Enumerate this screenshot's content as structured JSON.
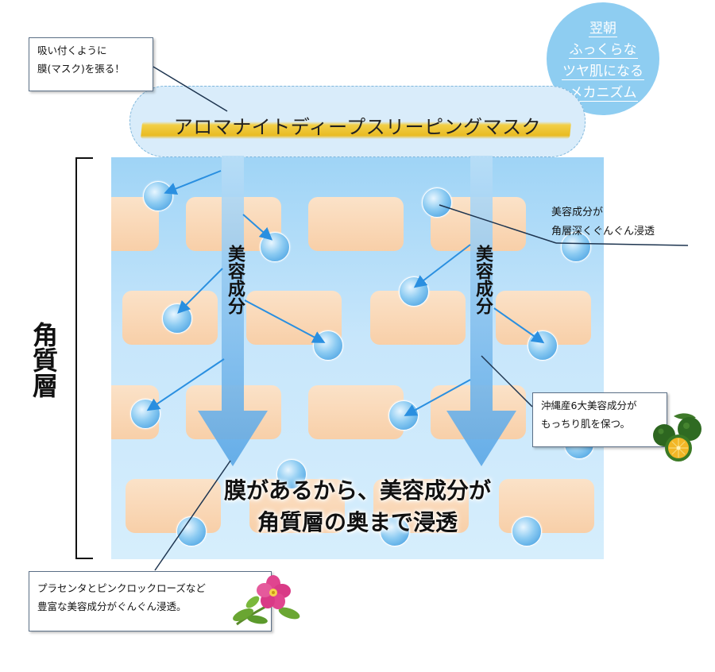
{
  "product_name": "アロマナイトディープスリーピングマスク",
  "mechanism_badge": {
    "lines": [
      "翌朝",
      "ふっくらな",
      "ツヤ肌になる",
      "メカニズム"
    ]
  },
  "callout_membrane": {
    "lines": [
      "吸い付くように",
      "膜(マスク)を張る！"
    ]
  },
  "callout_penetrate": {
    "lines": [
      "美容成分が",
      "角層深くぐんぐん浸透"
    ]
  },
  "callout_okinawa": {
    "lines": [
      "沖縄産6大美容成分が",
      "もっちり肌を保つ。"
    ]
  },
  "callout_placenta": {
    "lines": [
      "プラセンタとピンクロックローズなど",
      "豊富な美容成分がぐんぐん浸透。"
    ]
  },
  "stratum_label": "角質層",
  "arrow_label_left": "美容成分",
  "arrow_label_right": "美容成分",
  "main_message": {
    "lines": [
      "膜があるから、美容成分が",
      "角質層の奥まで浸透"
    ]
  },
  "colors": {
    "skin_top": "#9fd4f6",
    "cell": "#f8cfa8",
    "arrow": "#6fb4ec",
    "badge": "#8ecdf1",
    "highlight": "#e9bb22"
  }
}
